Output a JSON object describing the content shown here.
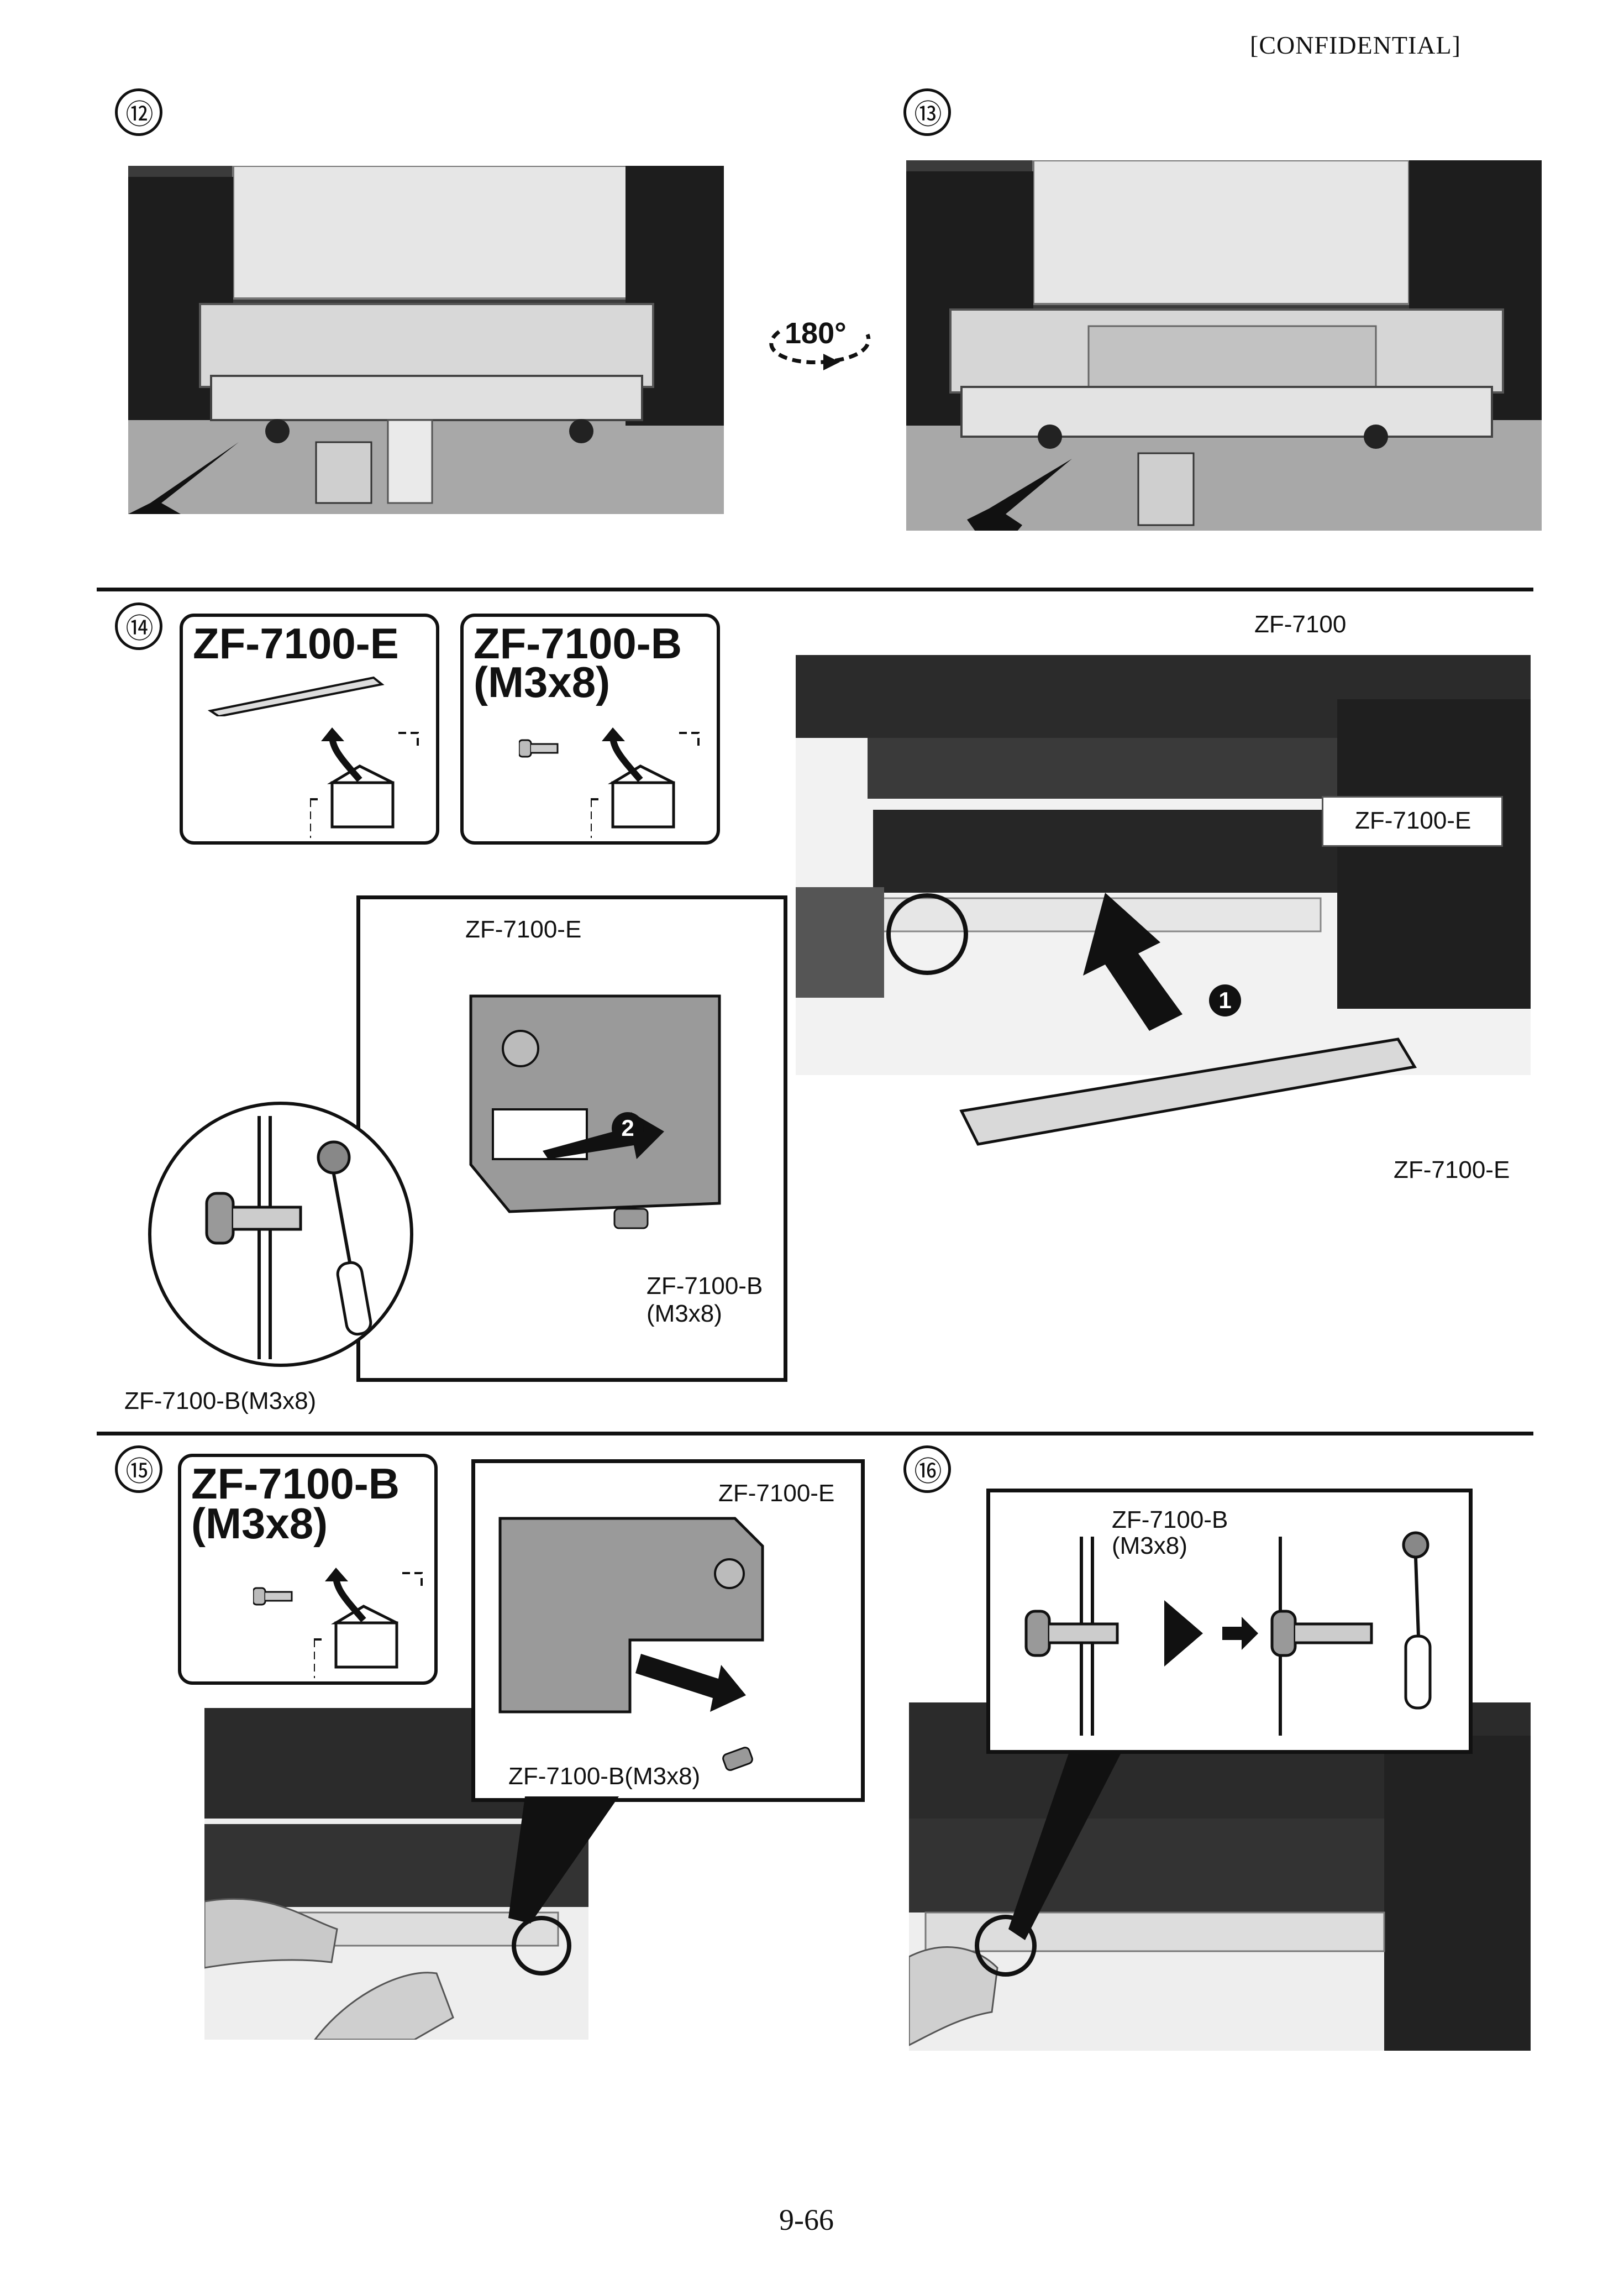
{
  "header": {
    "confidential": "[CONFIDENTIAL]"
  },
  "steps": {
    "s12": "⑫",
    "s13": "⑬",
    "s14": "⑭",
    "s15": "⑮",
    "s16": "⑯"
  },
  "rotation": {
    "label": "180°"
  },
  "step14": {
    "box_e_title": "ZF-7100-E",
    "box_b_title_line1": "ZF-7100-B",
    "box_b_title_line2": "(M3x8)",
    "photo_label_top": "ZF-7100",
    "photo_label_rail": "ZF-7100-E",
    "photo_label_bottom": "ZF-7100-E",
    "marker_1": "1",
    "marker_2": "2",
    "detail_label_top": "ZF-7100-E",
    "detail_label_screw_1": "ZF-7100-B",
    "detail_label_screw_2": "(M3x8)",
    "circle_label": "ZF-7100-B(M3x8)"
  },
  "step15": {
    "box_b_title_line1": "ZF-7100-B",
    "box_b_title_line2": "(M3x8)",
    "detail_label_top": "ZF-7100-E",
    "detail_label_screw": "ZF-7100-B(M3x8)"
  },
  "step16": {
    "detail_label_1": "ZF-7100-B",
    "detail_label_2": "(M3x8)"
  },
  "footer": {
    "page_number": "9-66"
  }
}
